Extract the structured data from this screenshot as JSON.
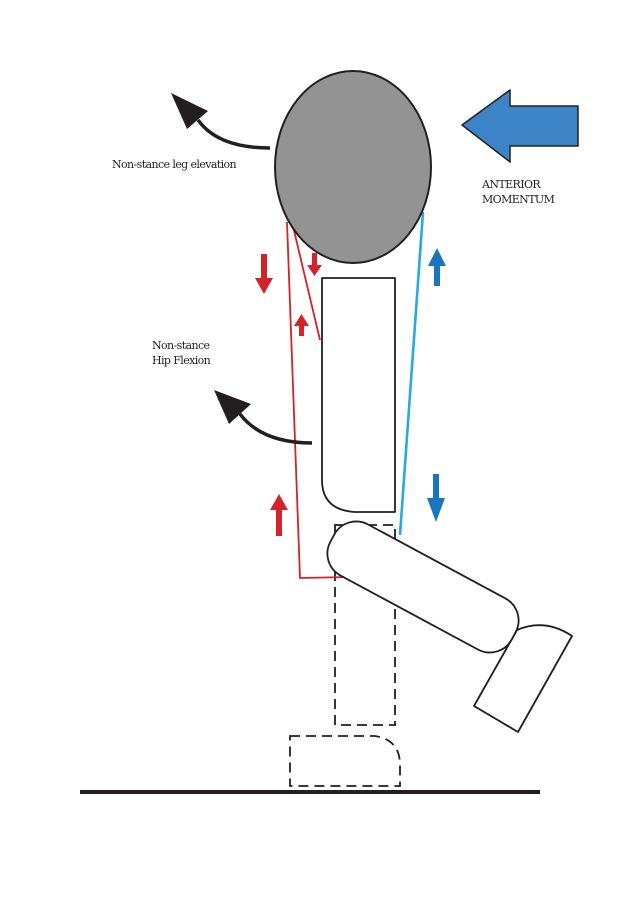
{
  "labels": {
    "leg_elevation": "Non-stance leg elevation",
    "hip_flexion_line1": "Non-stance",
    "hip_flexion_line2": "Hip Flexion",
    "momentum_line1": "ANTERIOR",
    "momentum_line2": "MOMENTUM"
  },
  "colors": {
    "head_fill": "#939393",
    "outline": "#231f20",
    "red_muscle": "#d2232a",
    "blue_muscle": "#27aae1",
    "momentum_arrow": "#3d84c6",
    "ground": "#231f20"
  }
}
